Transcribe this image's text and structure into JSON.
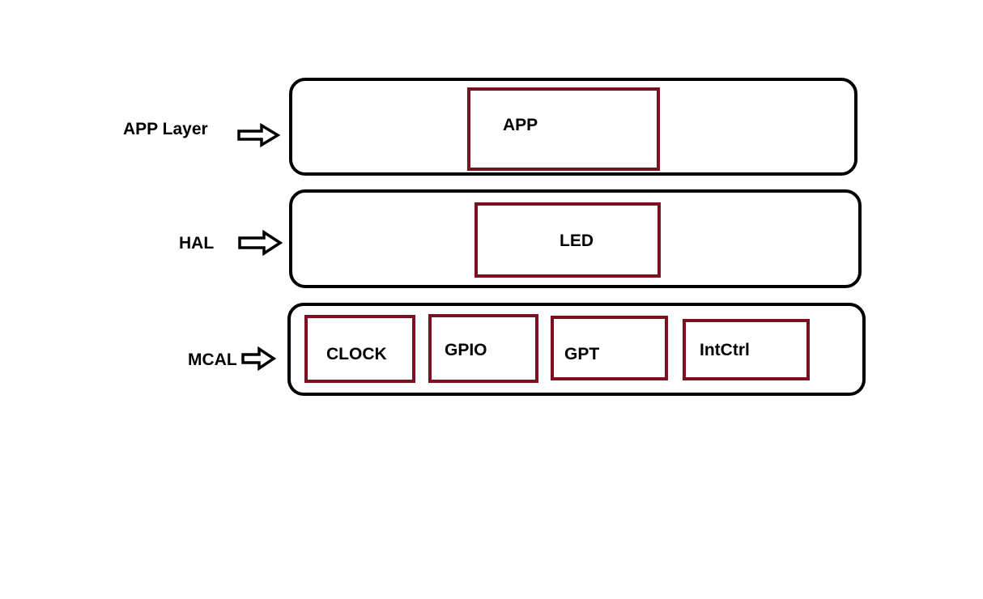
{
  "colors": {
    "layer_border": "#000000",
    "module_border": "#7b1020",
    "text": "#000000",
    "background": "#ffffff"
  },
  "layers": [
    {
      "label": "APP Layer",
      "modules": [
        "APP"
      ]
    },
    {
      "label": "HAL",
      "modules": [
        "LED"
      ]
    },
    {
      "label": "MCAL",
      "modules": [
        "CLOCK",
        "GPIO",
        "GPT",
        "IntCtrl"
      ]
    }
  ]
}
